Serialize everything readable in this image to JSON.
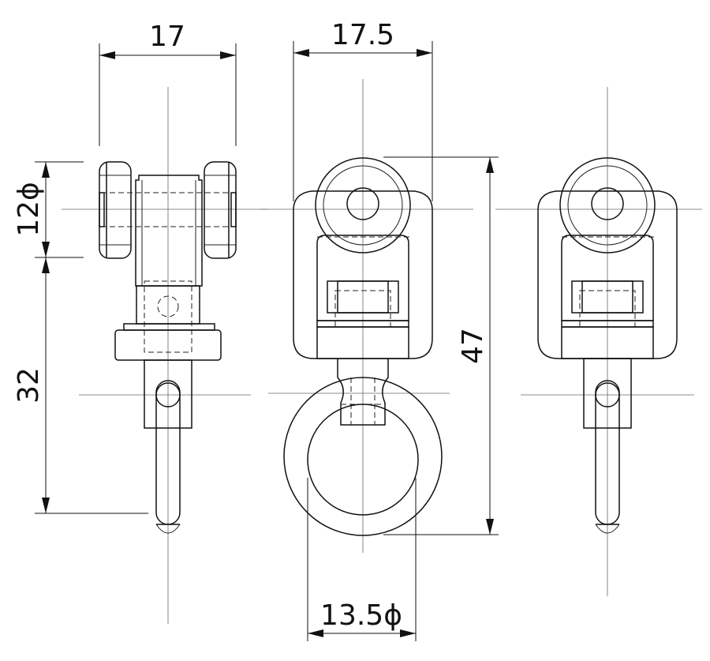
{
  "drawing": {
    "views": [
      "side-view",
      "front-view",
      "rear-view"
    ],
    "dimensions": {
      "side_width": "17",
      "front_width": "17.5",
      "roller_diameter": "12ϕ",
      "stem_length": "32",
      "total_height": "47",
      "ring_diameter": "13.5ϕ"
    },
    "colors": {
      "line": "#111111",
      "centerline": "#666666",
      "background": "#ffffff"
    }
  }
}
